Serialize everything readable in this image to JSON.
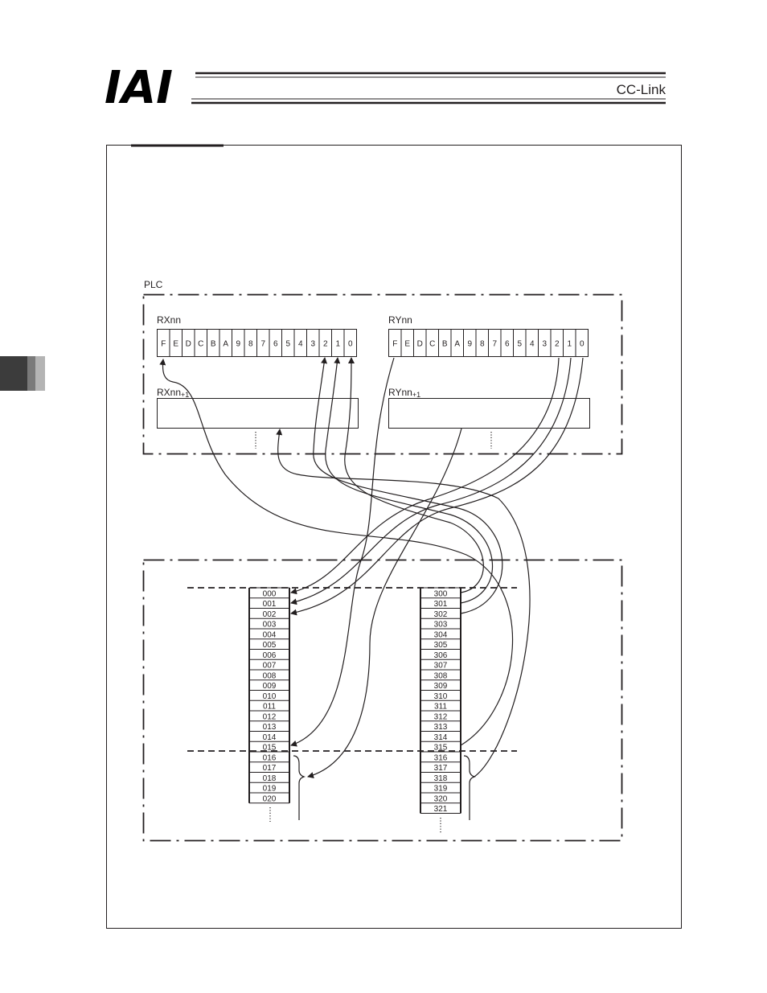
{
  "header": {
    "brand": "IAI",
    "product": "CC-Link"
  },
  "diagram": {
    "plc_label": "PLC",
    "rx_label": "RXnn",
    "rx_next_label": "RXnn+1",
    "ry_label": "RYnn",
    "ry_next_label": "RYnn+1",
    "bits": [
      "F",
      "E",
      "D",
      "C",
      "B",
      "A",
      "9",
      "8",
      "7",
      "6",
      "5",
      "4",
      "3",
      "2",
      "1",
      "0"
    ],
    "input_ports": [
      "000",
      "001",
      "002",
      "003",
      "004",
      "005",
      "006",
      "007",
      "008",
      "009",
      "010",
      "011",
      "012",
      "013",
      "014",
      "015",
      "016",
      "017",
      "018",
      "019",
      "020"
    ],
    "output_ports": [
      "300",
      "301",
      "302",
      "303",
      "304",
      "305",
      "306",
      "307",
      "308",
      "309",
      "310",
      "311",
      "312",
      "313",
      "314",
      "315",
      "316",
      "317",
      "318",
      "319",
      "320",
      "321"
    ]
  },
  "colors": {
    "ink": "#231f20",
    "tab_dark": "#3c3c3c",
    "tab_mid": "#7a7a7a",
    "tab_light": "#b4b4b4"
  }
}
